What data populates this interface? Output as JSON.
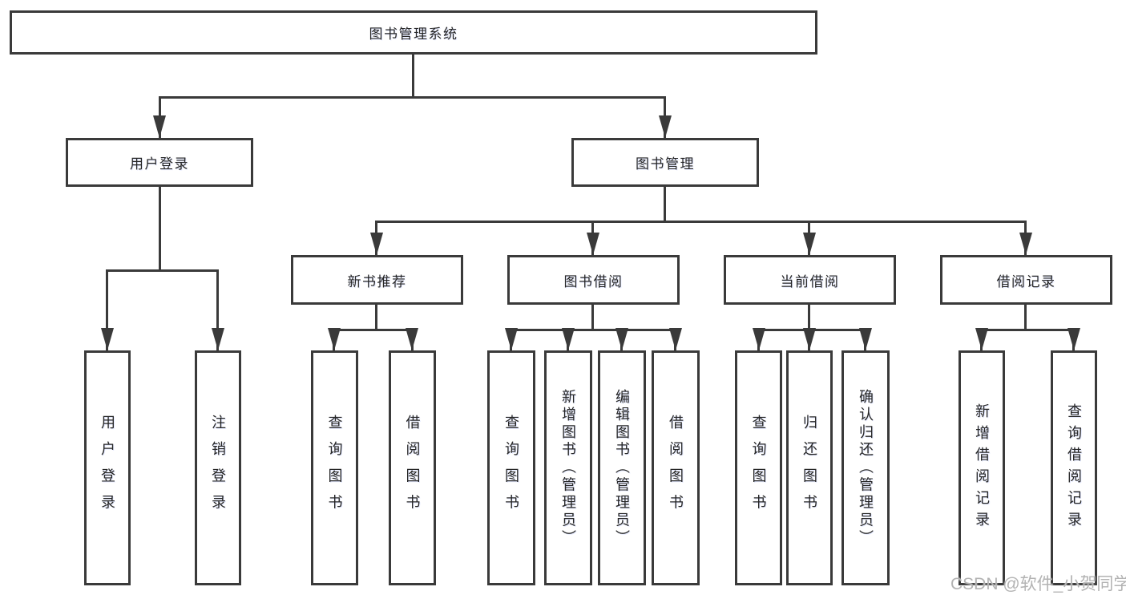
{
  "diagram_title": "图书管理系统",
  "tree": {
    "label": "图书管理系统",
    "children": [
      {
        "label": "用户登录",
        "children": [
          {
            "label": "用户登录"
          },
          {
            "label": "注销登录"
          }
        ]
      },
      {
        "label": "图书管理",
        "children": [
          {
            "label": "新书推荐",
            "children": [
              {
                "label": "查询图书"
              },
              {
                "label": "借阅图书"
              }
            ]
          },
          {
            "label": "图书借阅",
            "children": [
              {
                "label": "查询图书"
              },
              {
                "label": "新增图书（管理员）"
              },
              {
                "label": "编辑图书（管理员）"
              },
              {
                "label": "借阅图书"
              }
            ]
          },
          {
            "label": "当前借阅",
            "children": [
              {
                "label": "查询图书"
              },
              {
                "label": "归还图书"
              },
              {
                "label": "确认归还（管理员）"
              }
            ]
          },
          {
            "label": "借阅记录",
            "children": [
              {
                "label": "新增借阅记录"
              },
              {
                "label": "查询借阅记录"
              }
            ]
          }
        ]
      }
    ]
  },
  "watermark": {
    "text": "CSDN @软件_小贺同学"
  },
  "colors": {
    "line": "#3a3a3a",
    "text": "#262626",
    "watermark": "#b3b3b3",
    "background": "#ffffff"
  }
}
